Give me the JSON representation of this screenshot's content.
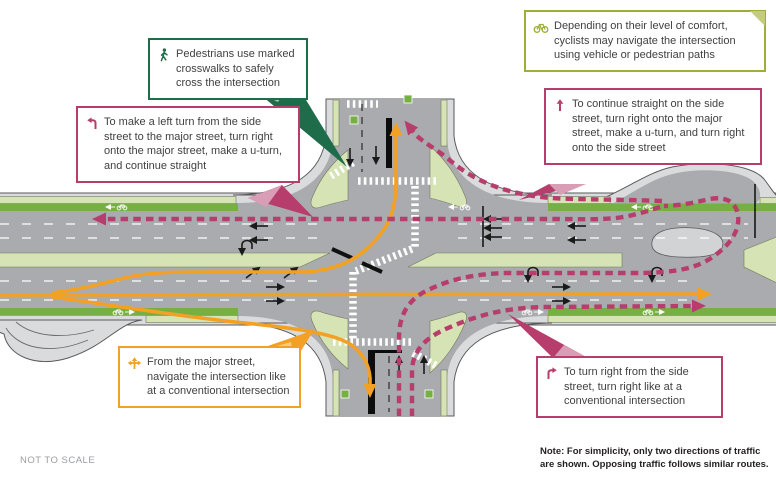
{
  "colors": {
    "green": "#1E6C49",
    "green-light": "#9EC9B4",
    "olive": "#9FAE3B",
    "olive-light": "#C3CD7D",
    "pink": "#B73E6C",
    "pink-light": "#DA9DB6",
    "orange": "#F2A124",
    "orange-light": "#F8CB7E",
    "road": "#A9ABAE",
    "casing": "#DADBDD",
    "median-green": "#D5E3B5",
    "bike-green": "#76B043"
  },
  "callouts": {
    "pedestrian": {
      "text": "Pedestrians use marked crosswalks to safely cross the intersection"
    },
    "cyclist": {
      "text": "Depending on their level of comfort, cyclists may navigate the intersection using vehicle or pedestrian paths"
    },
    "left_turn": {
      "text": "To make a left turn from the side street to the major street, turn right onto the major street, make a u-turn, and continue straight"
    },
    "straight": {
      "text": "To continue straight on the side street, turn right onto the major street, make a u-turn, and turn right onto the side street"
    },
    "major_street": {
      "text": "From the major street, navigate the intersection like at a conventional intersection"
    },
    "right_turn": {
      "text": "To turn right from the side street, turn right like at a conventional intersection"
    }
  },
  "footnotes": {
    "scale": "NOT TO SCALE",
    "note": "Note: For simplicity, only two directions of traffic are shown. Opposing traffic follows similar routes."
  }
}
